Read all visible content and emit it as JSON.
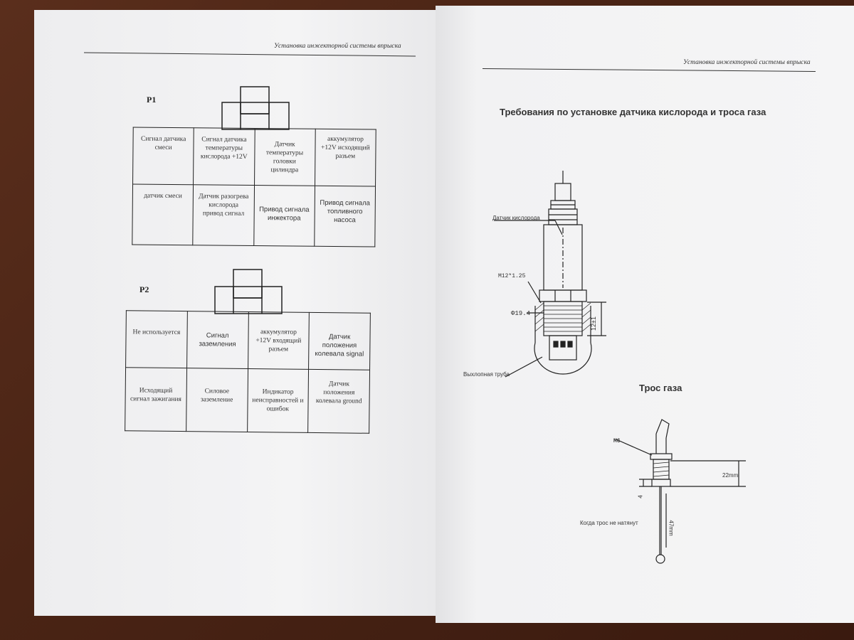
{
  "running_head": "Установка инжекторной системы впрыска",
  "left_page": {
    "p1": {
      "label": "P1",
      "rows": [
        [
          "Сигнал датчика смеси",
          "Сигнал датчика температуры кислорода +12V",
          "Датчик температуры головки цилиндра",
          "аккумулятор +12V исходящий разъем"
        ],
        [
          "датчик смеси",
          "Датчик разогрева кислорода привод сигнал",
          "Привод сигнала инжектора",
          "Привод сигнала топливного насоса"
        ]
      ]
    },
    "p2": {
      "label": "P2",
      "rows": [
        [
          "Не используется",
          "Сигнал заземления",
          "аккумулятор +12V входящий разъем",
          "Датчик положения колевала signal"
        ],
        [
          "Исходящий сигнал зажигания",
          "Силовое заземление",
          "Индикатор неисправностей и ошибок",
          "Датчик положения колевала ground"
        ]
      ]
    }
  },
  "right_page": {
    "title": "Требования по установке датчика кислорода и троса газа",
    "oxygen_sensor": {
      "sensor_label": "Датчик кислорода",
      "thread": "M12*1.25",
      "diameter": "Φ19.4",
      "depth": "12±1",
      "pipe_label": "Выхлопная труба"
    },
    "throttle_cable": {
      "title": "Трос газа",
      "thread": "M6",
      "dim_22": "22mm",
      "dim_4": "4",
      "dim_47": "47mm",
      "slack_note": "Когда трос не натянут"
    }
  }
}
